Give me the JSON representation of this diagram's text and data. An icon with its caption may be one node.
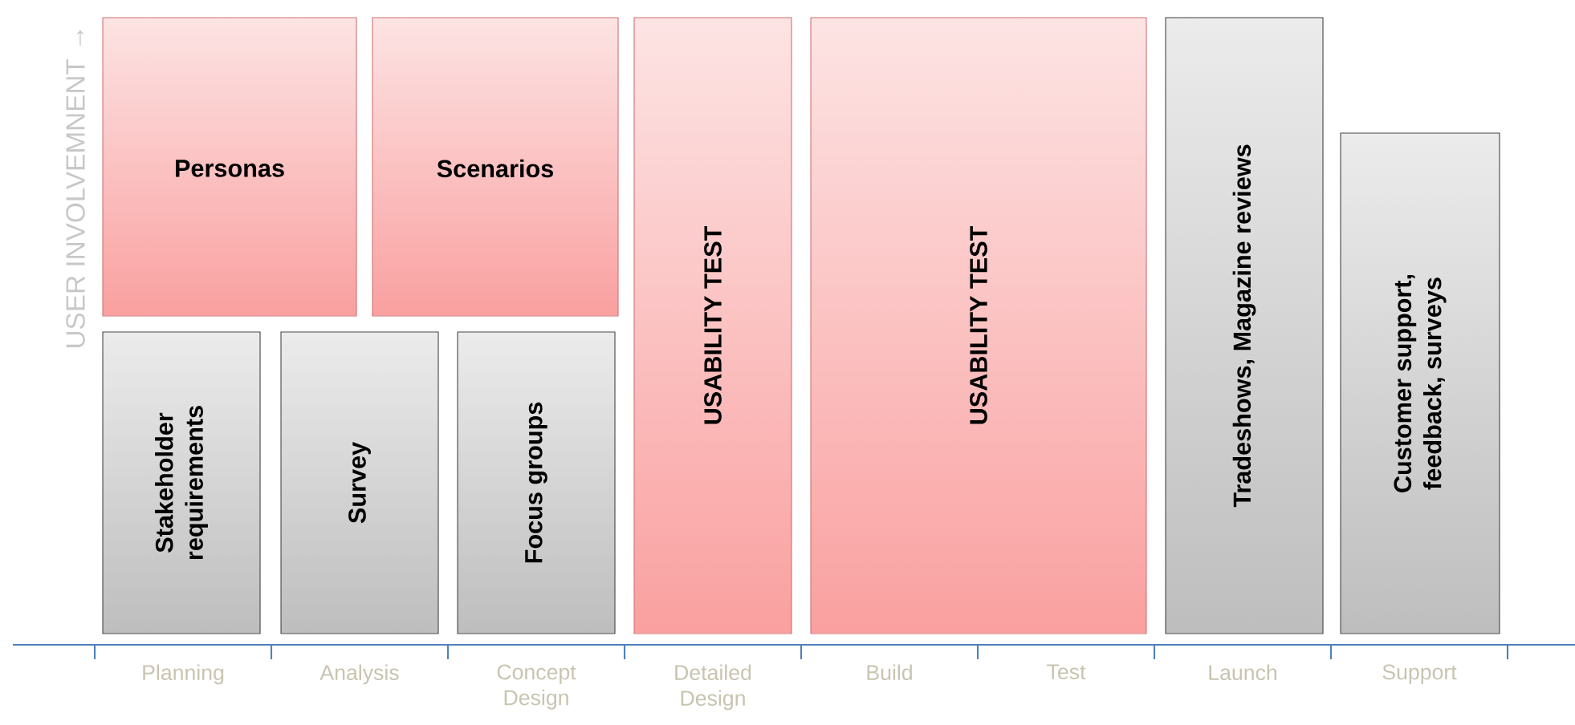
{
  "diagram": {
    "nodes": [
      {
        "text": [
          "Personas"
        ]
      },
      {
        "text": [
          "Scenarios"
        ]
      },
      {
        "text": [
          "Stakeholder requirements"
        ]
      },
      {
        "text": [
          "Survey"
        ]
      },
      {
        "text": [
          "Focus groups"
        ]
      },
      {
        "text": [
          "USABILITY  TEST"
        ]
      },
      {
        "text": [
          "USABILITY  TEST"
        ]
      },
      {
        "text": [
          "Tradeshows, Magazine reviews"
        ]
      },
      {
        "text": [
          "Customer  support, feedback, surveys"
        ]
      }
    ],
    "labels": [
      "USER INVOLVEMNENT →",
      "Planning",
      "Analysis",
      "Concept Design",
      "Detailed Design",
      "Build",
      "Test",
      "Launch",
      "Support"
    ]
  }
}
